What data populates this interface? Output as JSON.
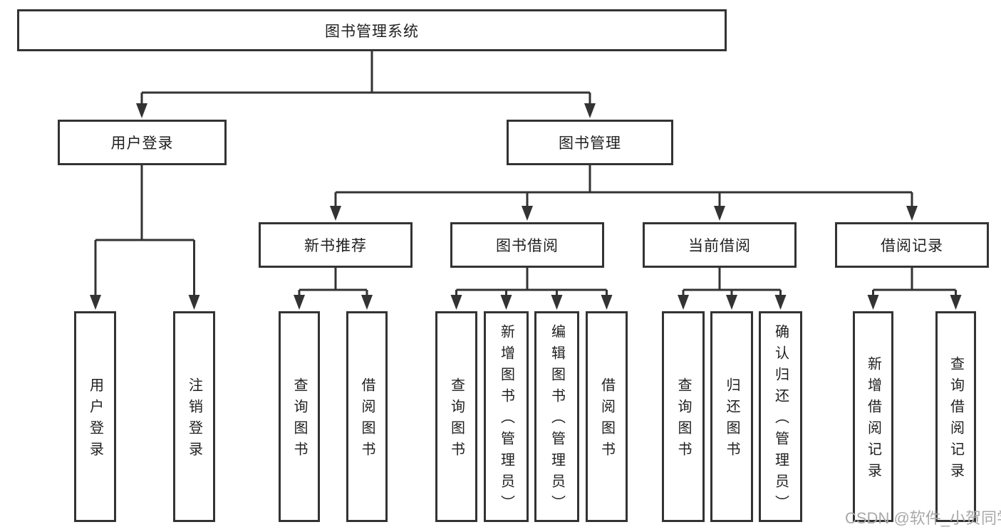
{
  "diagram": {
    "root": {
      "label": "图书管理系统"
    },
    "branches": [
      {
        "label": "用户登录",
        "children": [
          {
            "label": "用户登录"
          },
          {
            "label": "注销登录"
          }
        ]
      },
      {
        "label": "图书管理",
        "children": [
          {
            "label": "新书推荐",
            "children": [
              {
                "label": "查询图书"
              },
              {
                "label": "借阅图书"
              }
            ]
          },
          {
            "label": "图书借阅",
            "children": [
              {
                "label": "查询图书"
              },
              {
                "label": "新增图书（管理员）"
              },
              {
                "label": "编辑图书（管理员）"
              },
              {
                "label": "借阅图书"
              }
            ]
          },
          {
            "label": "当前借阅",
            "children": [
              {
                "label": "查询图书"
              },
              {
                "label": "归还图书"
              },
              {
                "label": "确认归还（管理员）"
              }
            ]
          },
          {
            "label": "借阅记录",
            "children": [
              {
                "label": "新增借阅记录"
              },
              {
                "label": "查询借阅记录"
              }
            ]
          }
        ]
      }
    ]
  },
  "watermark": {
    "text": "CSDN @软件_小贺同学"
  },
  "colors": {
    "line": "#333333",
    "text": "#1f1f1f",
    "background": "#ffffff",
    "watermark": "#a9a9a9"
  }
}
